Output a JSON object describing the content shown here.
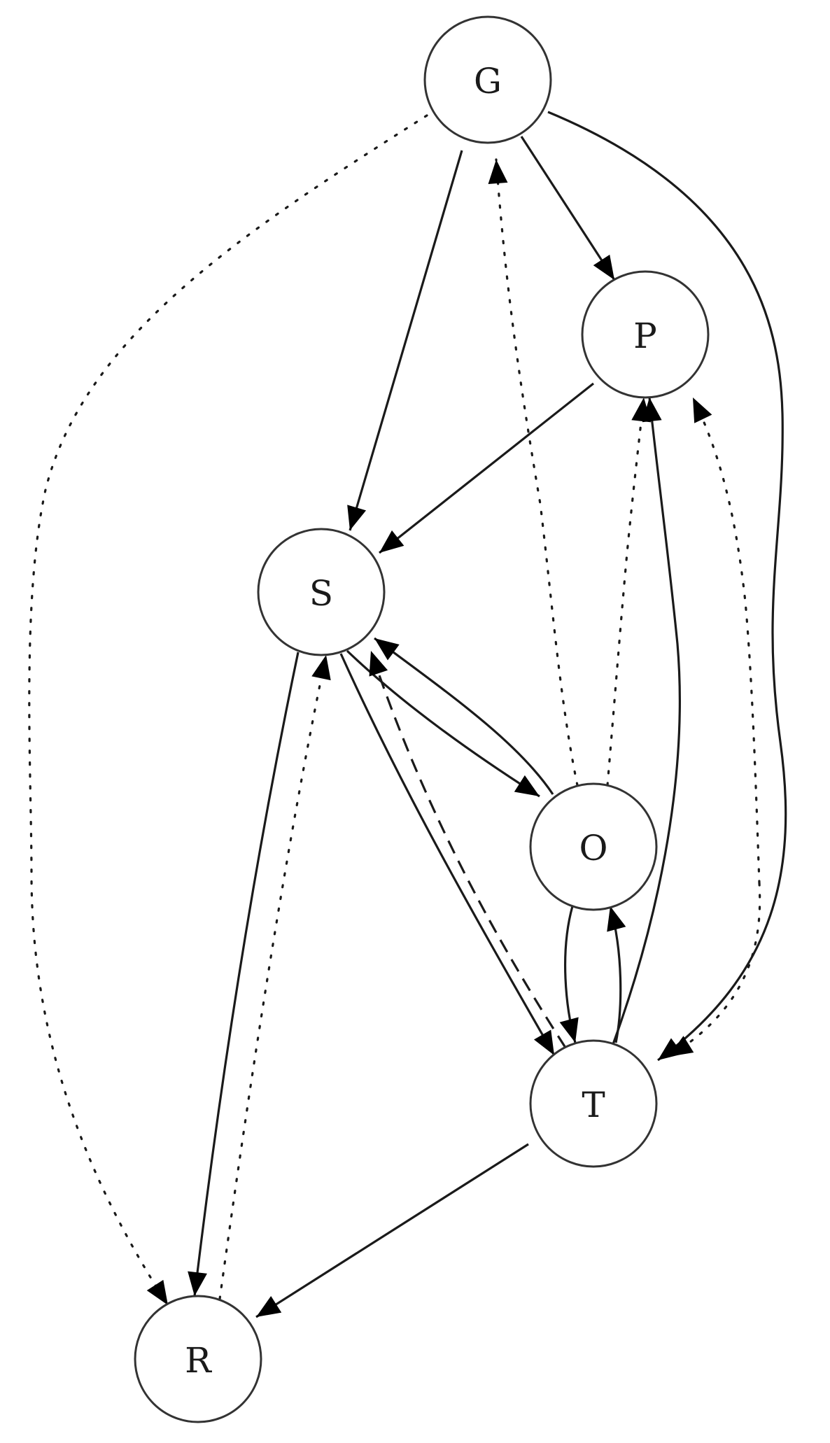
{
  "nodes": [
    {
      "id": "G",
      "label": "G"
    },
    {
      "id": "P",
      "label": "P"
    },
    {
      "id": "S",
      "label": "S"
    },
    {
      "id": "O",
      "label": "O"
    },
    {
      "id": "T",
      "label": "T"
    },
    {
      "id": "R",
      "label": "R"
    }
  ],
  "edges": [
    {
      "from": "G",
      "to": "P",
      "style": "solid"
    },
    {
      "from": "G",
      "to": "S",
      "style": "solid"
    },
    {
      "from": "G",
      "to": "T",
      "style": "solid"
    },
    {
      "from": "G",
      "to": "R",
      "style": "dotted"
    },
    {
      "from": "P",
      "to": "S",
      "style": "solid"
    },
    {
      "from": "O",
      "to": "G",
      "style": "dotted"
    },
    {
      "from": "O",
      "to": "P",
      "style": "dotted"
    },
    {
      "from": "T",
      "to": "P",
      "style": "solid"
    },
    {
      "from": "T",
      "to": "P",
      "style": "dotted"
    },
    {
      "from": "P",
      "to": "T",
      "style": "dotted"
    },
    {
      "from": "S",
      "to": "O",
      "style": "solid"
    },
    {
      "from": "O",
      "to": "S",
      "style": "solid"
    },
    {
      "from": "T",
      "to": "S",
      "style": "dashed"
    },
    {
      "from": "S",
      "to": "T",
      "style": "solid"
    },
    {
      "from": "S",
      "to": "R",
      "style": "solid"
    },
    {
      "from": "R",
      "to": "S",
      "style": "dotted"
    },
    {
      "from": "O",
      "to": "T",
      "style": "solid"
    },
    {
      "from": "T",
      "to": "O",
      "style": "solid"
    },
    {
      "from": "T",
      "to": "R",
      "style": "solid"
    }
  ]
}
